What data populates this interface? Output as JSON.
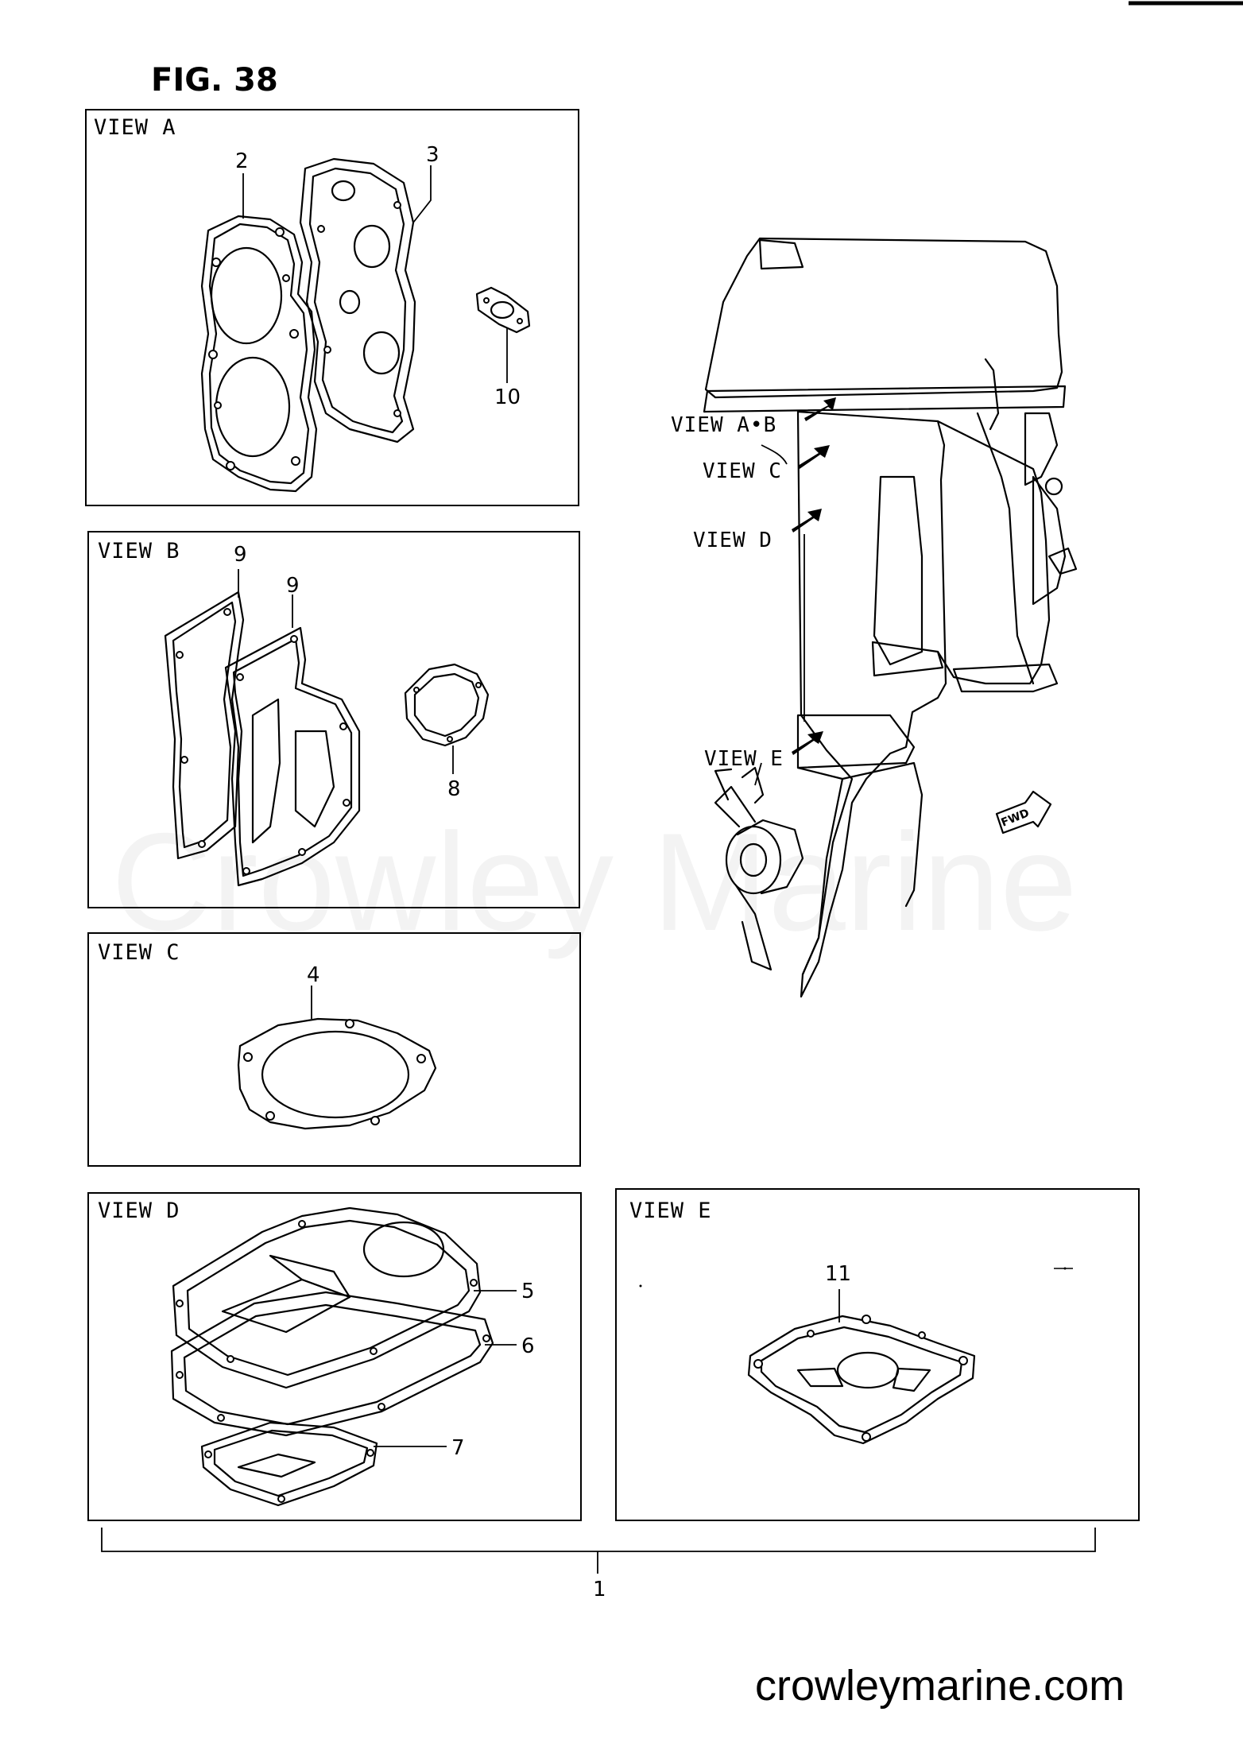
{
  "figure": {
    "title": "FIG. 38"
  },
  "panels": {
    "view_a": {
      "label": "VIEW A",
      "parts": [
        "2",
        "3",
        "10"
      ]
    },
    "view_b": {
      "label": "VIEW B",
      "parts": [
        "9",
        "9",
        "8"
      ]
    },
    "view_c": {
      "label": "VIEW C",
      "parts": [
        "4"
      ]
    },
    "view_d": {
      "label": "VIEW D",
      "parts": [
        "5",
        "6",
        "7"
      ]
    },
    "view_e": {
      "label": "VIEW E",
      "parts": [
        "11"
      ]
    }
  },
  "engine_labels": {
    "view_ab": "VIEW A•B",
    "view_c": "VIEW C",
    "view_d": "VIEW D",
    "view_e": "VIEW E",
    "fwd": "FWD"
  },
  "assembly": {
    "part": "1"
  },
  "watermark": "Crowley Marine",
  "site": "crowleymarine.com"
}
